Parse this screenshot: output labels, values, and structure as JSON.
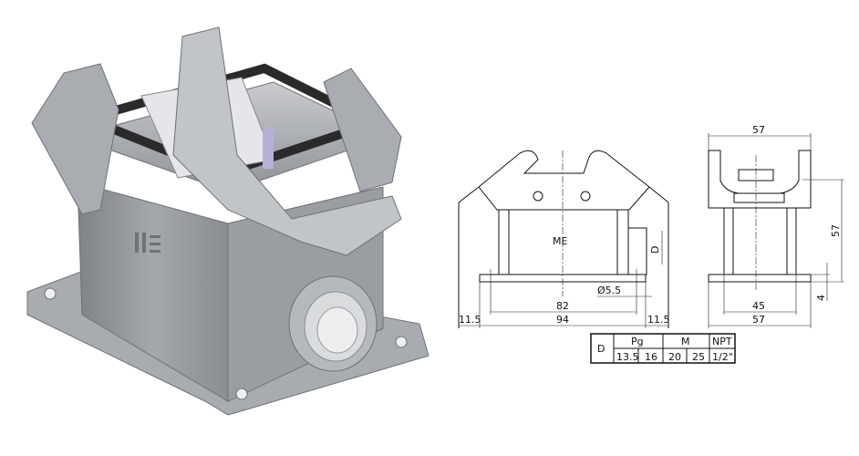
{
  "product_logo": "ME",
  "front_view": {
    "dim_overall": "94",
    "dim_holes": "82",
    "dim_left_offset": "11.5",
    "dim_right_offset": "11.5",
    "dim_hole_diameter": "Ø5.5",
    "dim_entry": "D"
  },
  "side_view": {
    "dim_top_width": "57",
    "dim_base_width": "57",
    "dim_holes": "45",
    "dim_height": "57",
    "dim_base_thickness": "4"
  },
  "table": {
    "row_header": "D",
    "groups": [
      {
        "label": "Pg",
        "values": [
          "13.5",
          "16"
        ]
      },
      {
        "label": "M",
        "values": [
          "20",
          "25"
        ]
      },
      {
        "label": "NPT",
        "values": [
          "1/2\""
        ]
      }
    ]
  },
  "colors": {
    "housing": "#8f9296",
    "gasket": "#2a2a2a",
    "insert": "#e6e6ea",
    "accent": "#b7b0d8"
  }
}
